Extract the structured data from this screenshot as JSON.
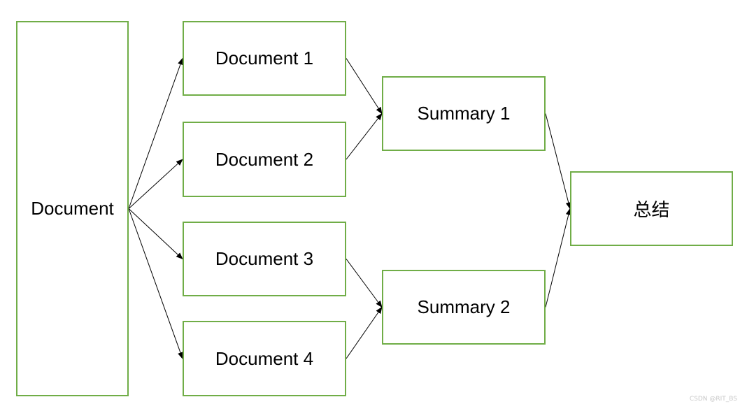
{
  "colors": {
    "box_border": "#70ad47",
    "arrow": "#000000",
    "text": "#000000"
  },
  "nodes": {
    "document": "Document",
    "document_1": "Document 1",
    "document_2": "Document 2",
    "document_3": "Document 3",
    "document_4": "Document 4",
    "summary_1": "Summary 1",
    "summary_2": "Summary 2",
    "final": "总结"
  },
  "edges": [
    [
      "document",
      "document_1"
    ],
    [
      "document",
      "document_2"
    ],
    [
      "document",
      "document_3"
    ],
    [
      "document",
      "document_4"
    ],
    [
      "document_1",
      "summary_1"
    ],
    [
      "document_2",
      "summary_1"
    ],
    [
      "document_3",
      "summary_2"
    ],
    [
      "document_4",
      "summary_2"
    ],
    [
      "summary_1",
      "final"
    ],
    [
      "summary_2",
      "final"
    ]
  ],
  "watermark": "CSDN @RIT_BS"
}
